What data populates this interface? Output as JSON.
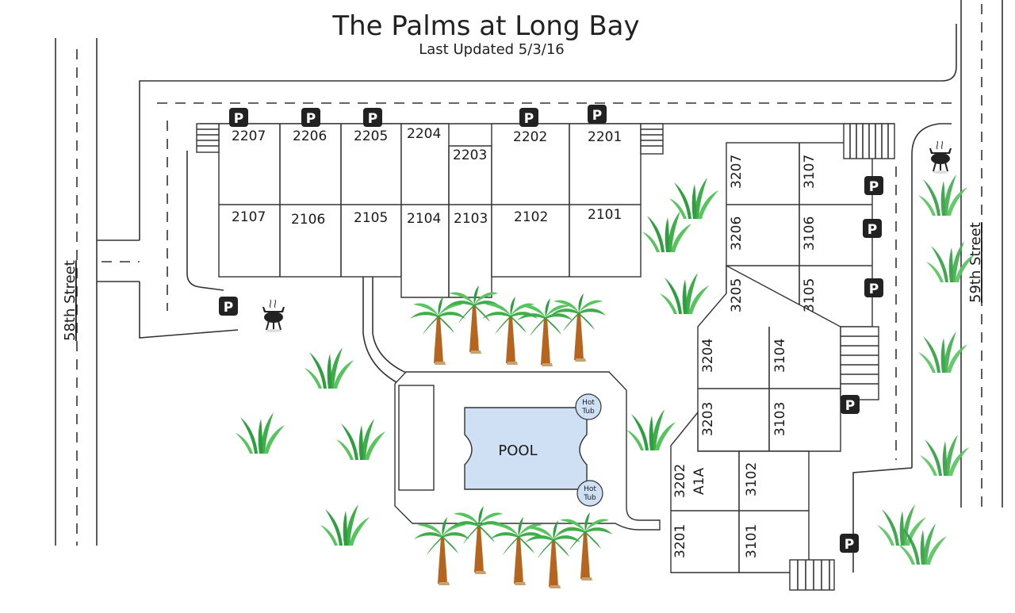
{
  "title": "The Palms at Long Bay",
  "subtitle": "Last Updated 5/3/16",
  "streets": {
    "left": "58th Street",
    "right": "59th Street"
  },
  "pool": {
    "label": "POOL",
    "hot_tub_line1": "Hot",
    "hot_tub_line2": "Tub"
  },
  "parking_label": "P",
  "units": {
    "u2207": "2207",
    "u2206": "2206",
    "u2205": "2205",
    "u2204": "2204",
    "u2203": "2203",
    "u2202": "2202",
    "u2201": "2201",
    "u2107": "2107",
    "u2106": "2106",
    "u2105": "2105",
    "u2104": "2104",
    "u2103": "2103",
    "u2102": "2102",
    "u2101": "2101",
    "u3207": "3207",
    "u3107": "3107",
    "u3206": "3206",
    "u3106": "3106",
    "u3205": "3205",
    "u3105": "3105",
    "u3204": "3204",
    "u3104": "3104",
    "u3203": "3203",
    "u3103": "3103",
    "u3202": "3202",
    "uA1A": "A1A",
    "u3102": "3102",
    "u3201": "3201",
    "u3101": "3101"
  },
  "icons": {
    "grill": "grill-icon",
    "palm": "palm-tree-icon",
    "grass": "grass-icon",
    "parking": "parking-sign-icon"
  },
  "colors": {
    "pool_fill": "#cfe0f5",
    "palm_green": "#3fae4a",
    "trunk": "#b5651d",
    "grass": "#2e9e3e",
    "parking": "#222222"
  }
}
